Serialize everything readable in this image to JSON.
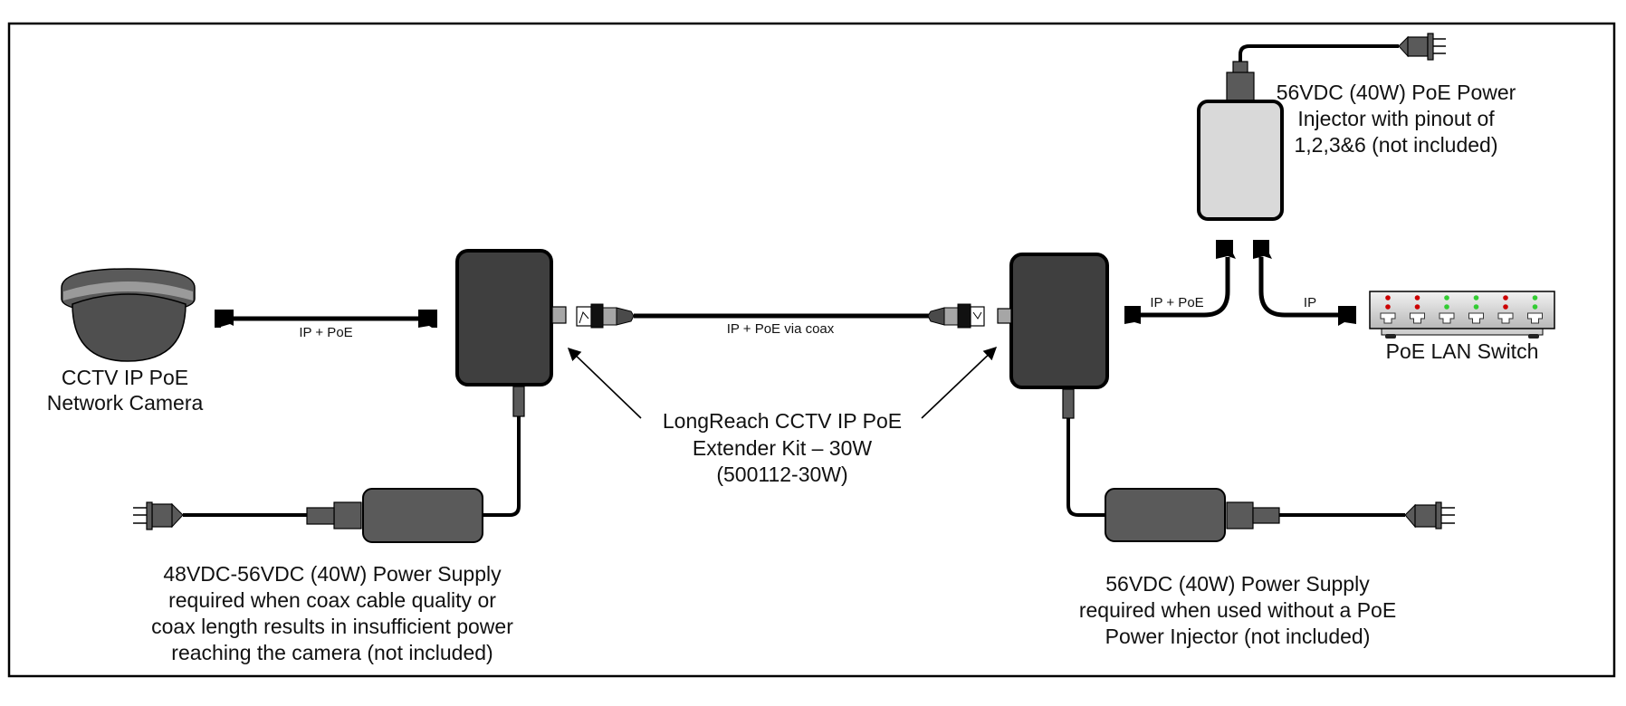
{
  "diagram": {
    "camera": {
      "label_lines": [
        "CCTV IP PoE",
        "Network Camera"
      ]
    },
    "camera_cable": {
      "label": "IP + PoE"
    },
    "coax_cable": {
      "label": "IP + PoE via coax"
    },
    "kit_label": {
      "lines": [
        "LongReach CCTV IP PoE",
        "Extender Kit – 30W",
        "(500112-30W)"
      ]
    },
    "left_power_supply": {
      "label_lines": [
        "48VDC-56VDC (40W) Power Supply",
        "required when coax cable quality or",
        "coax length results in insufficient power",
        "reaching the camera (not included)"
      ]
    },
    "right_power_supply": {
      "label_lines": [
        "56VDC (40W) Power Supply",
        "required when used without a PoE",
        "Power Injector (not included)"
      ]
    },
    "poe_injector": {
      "label_lines": [
        "56VDC (40W) PoE Power",
        "Injector with pinout of",
        "1,2,3&6 (not included)"
      ]
    },
    "injector_cable_poe": {
      "label": "IP + PoE"
    },
    "injector_cable_ip": {
      "label": "IP"
    },
    "switch": {
      "label": "PoE LAN Switch",
      "port_leds": [
        "red",
        "red",
        "green",
        "green",
        "red",
        "green"
      ]
    },
    "colors": {
      "extender_fill": "#3f3f3f",
      "brick_fill": "#5a5a5a",
      "injector_fill": "#d9d9d9",
      "led_red": "#cc0000",
      "led_green": "#33cc33",
      "frame": "#000000"
    }
  }
}
